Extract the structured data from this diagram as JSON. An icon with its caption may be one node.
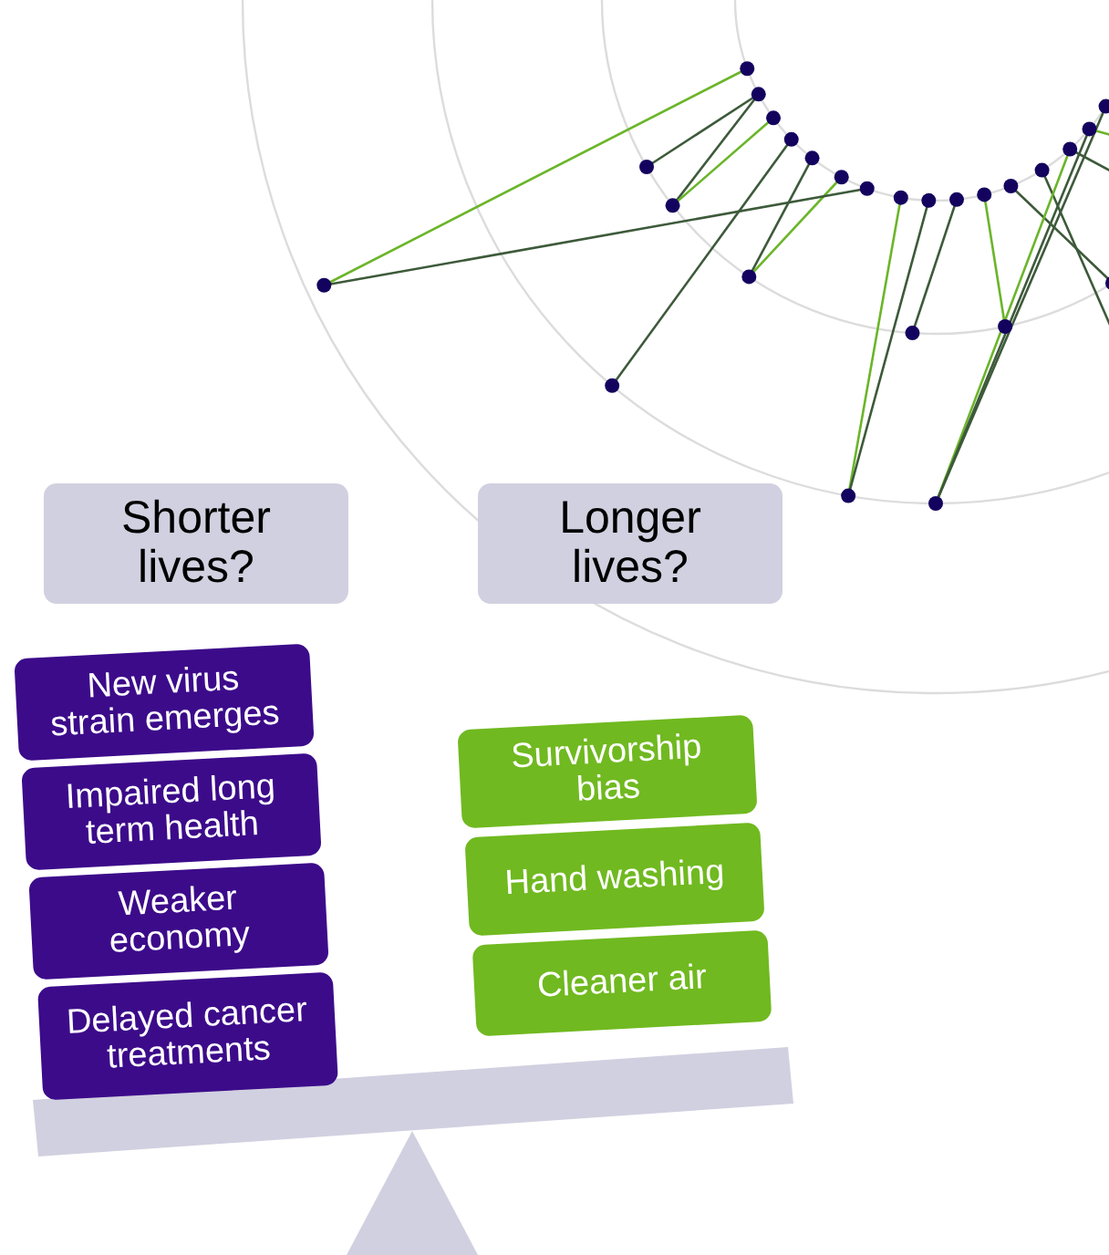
{
  "diagram": {
    "nodes": [
      {
        "text": [
          "Shorter lives?"
        ]
      },
      {
        "text": [
          "Longer lives?"
        ]
      },
      {
        "text": [
          "New virus strain emerges"
        ]
      },
      {
        "text": [
          "Impaired long term health"
        ]
      },
      {
        "text": [
          "Weaker economy"
        ]
      },
      {
        "text": [
          "Delayed cancer treatments"
        ]
      },
      {
        "text": [
          "Survivorship bias"
        ]
      },
      {
        "text": [
          "Hand washing"
        ]
      },
      {
        "text": [
          "Cleaner air"
        ]
      }
    ],
    "edges": []
  }
}
